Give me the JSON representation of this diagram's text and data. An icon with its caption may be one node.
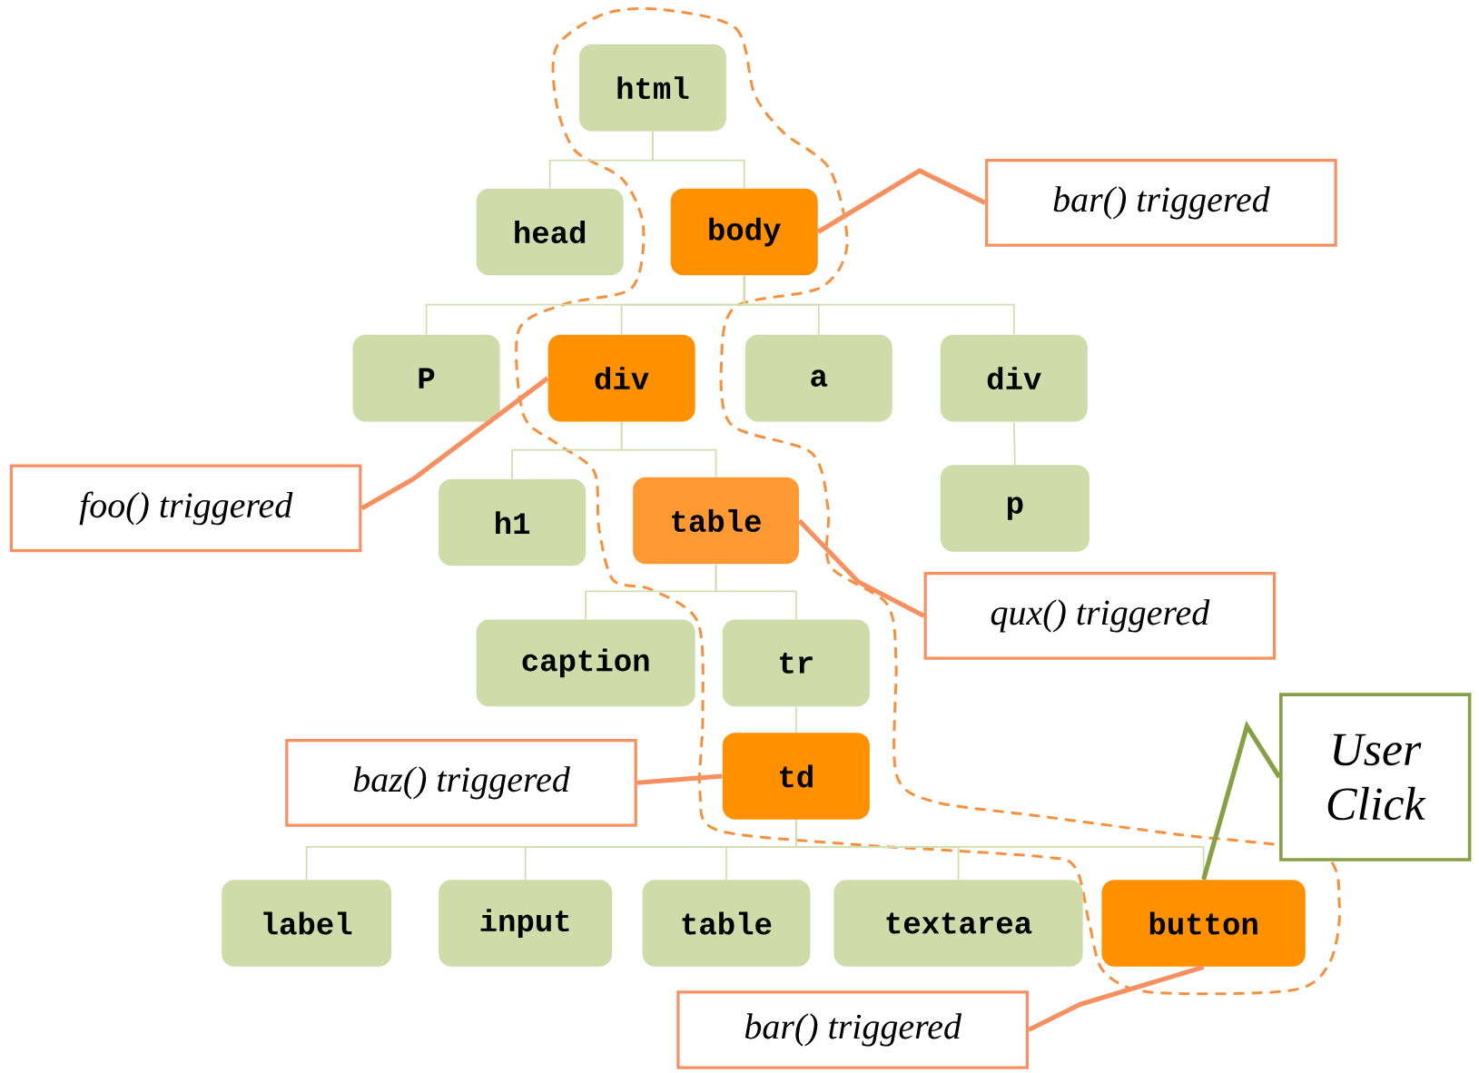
{
  "diagram": {
    "nodes": [
      {
        "text": [
          "html"
        ]
      },
      {
        "text": [
          "head"
        ]
      },
      {
        "text": [
          "body"
        ]
      },
      {
        "text": [
          "P"
        ]
      },
      {
        "text": [
          "div"
        ]
      },
      {
        "text": [
          "a"
        ]
      },
      {
        "text": [
          "div"
        ]
      },
      {
        "text": [
          "h1"
        ]
      },
      {
        "text": [
          "table"
        ]
      },
      {
        "text": [
          "p"
        ]
      },
      {
        "text": [
          "caption"
        ]
      },
      {
        "text": [
          "tr"
        ]
      },
      {
        "text": [
          "td"
        ]
      },
      {
        "text": [
          "label"
        ]
      },
      {
        "text": [
          "input"
        ]
      },
      {
        "text": [
          "table"
        ]
      },
      {
        "text": [
          "textarea"
        ]
      },
      {
        "text": [
          "button"
        ]
      },
      {
        "text": [
          "bar() triggered"
        ]
      },
      {
        "text": [
          "foo() triggered"
        ]
      },
      {
        "text": [
          "qux() triggered"
        ]
      },
      {
        "text": [
          "baz() triggered"
        ]
      },
      {
        "text": [
          "User Click"
        ]
      },
      {
        "text": [
          "bar() triggered"
        ]
      }
    ],
    "edges": [
      {
        "from": 0,
        "to": 1,
        "arrow": "none"
      },
      {
        "from": 0,
        "to": 2,
        "arrow": "none"
      },
      {
        "from": 2,
        "to": 3,
        "arrow": "none"
      },
      {
        "from": 2,
        "to": 4,
        "arrow": "none"
      },
      {
        "from": 2,
        "to": 5,
        "arrow": "none"
      },
      {
        "from": 2,
        "to": 6,
        "arrow": "none"
      },
      {
        "from": 4,
        "to": 7,
        "arrow": "none"
      },
      {
        "from": 4,
        "to": 8,
        "arrow": "none"
      },
      {
        "from": 6,
        "to": 9,
        "arrow": "none"
      },
      {
        "from": 8,
        "to": 10,
        "arrow": "none"
      },
      {
        "from": 8,
        "to": 11,
        "arrow": "none"
      },
      {
        "from": 11,
        "to": 12,
        "arrow": "none"
      },
      {
        "from": 12,
        "to": 13,
        "arrow": "none"
      },
      {
        "from": 12,
        "to": 14,
        "arrow": "none"
      },
      {
        "from": 12,
        "to": 15,
        "arrow": "none"
      },
      {
        "from": 12,
        "to": 16,
        "arrow": "none"
      },
      {
        "from": 12,
        "to": 17,
        "arrow": "none"
      },
      {
        "from": 18,
        "to": 2,
        "arrow": "none",
        "style": "thick",
        "color": "#f79060"
      },
      {
        "from": 19,
        "to": 4,
        "arrow": "none",
        "style": "thick",
        "color": "#f79060"
      },
      {
        "from": 20,
        "to": 8,
        "arrow": "none",
        "style": "thick",
        "color": "#f79060"
      },
      {
        "from": 21,
        "to": 12,
        "arrow": "none",
        "style": "thick",
        "color": "#f79060"
      },
      {
        "from": 22,
        "to": 17,
        "arrow": "none",
        "style": "thick",
        "color": "#86a046"
      },
      {
        "from": 23,
        "to": 17,
        "arrow": "none",
        "style": "thick",
        "color": "#f79060"
      }
    ]
  }
}
